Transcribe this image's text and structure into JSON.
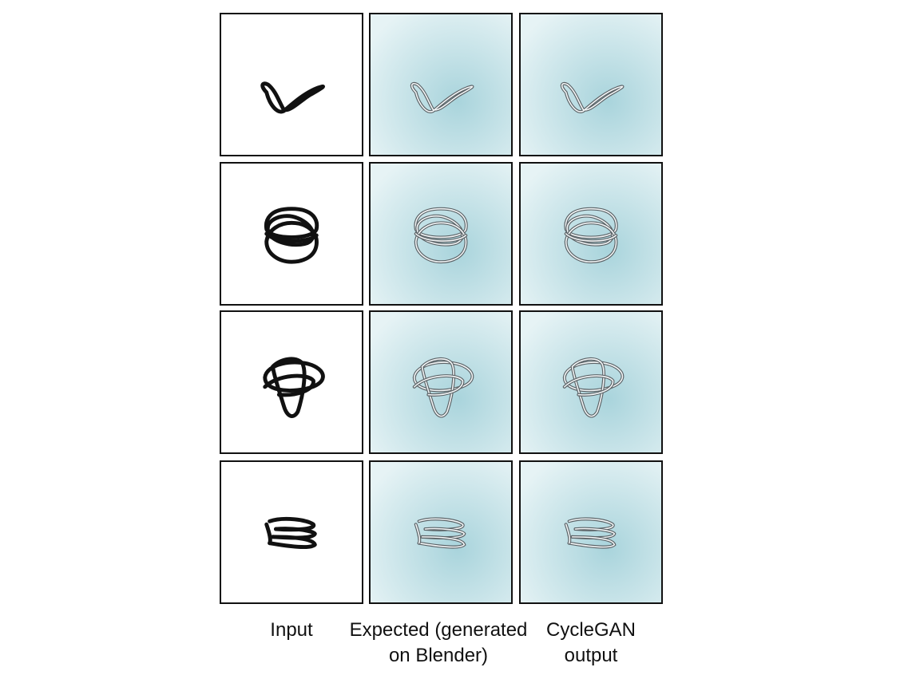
{
  "figure": {
    "columns": [
      {
        "label": "Input",
        "style": "ink"
      },
      {
        "label": "Expected (generated\non Blender)",
        "style": "metal"
      },
      {
        "label": "CycleGAN\noutput",
        "style": "metal"
      }
    ],
    "rows": [
      {
        "shape": "knot-v"
      },
      {
        "shape": "knot-rings"
      },
      {
        "shape": "knot-tangle"
      },
      {
        "shape": "knot-flat-coil"
      }
    ],
    "colors": {
      "ink": "#111111",
      "tile_border": "#111111",
      "metal_bg_light": "#e6f3f5",
      "metal_bg_dark": "#a9d4dc",
      "metal_stroke": "#5b6266",
      "metal_highlight": "#f4f7f8"
    }
  }
}
